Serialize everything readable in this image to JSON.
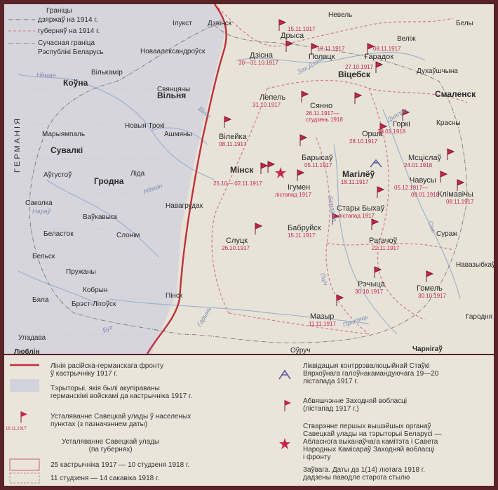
{
  "corner_legend": {
    "l1a": "Граніцы",
    "l1b": "дзяржаў на 1914 г.",
    "l2": "губерняў на 1914 г.",
    "l3a": "Сучасная граніца",
    "l3b": "Рэспублікі Беларусь"
  },
  "country_labels": {
    "germany": "ГЕРМАНІЯ"
  },
  "cities_bold": {
    "kovna": "Коўна",
    "vilnya": "Вільня",
    "suvalki": "Сувалкі",
    "grodna": "Гродна",
    "minsk": "Мінск",
    "mahileu": "Магілёў",
    "vitsebsk": "Віцебск",
    "smalensk": "Смаленск"
  },
  "cities": {
    "nevel": "Невель",
    "velizh": "Веліж",
    "bely": "Белы",
    "dukhaushchyna": "Духаўшчына",
    "krasny": "Красны",
    "iluksta": "Ілукст",
    "dzvinsk": "Дзвінск",
    "novaaleksandrousk": "Новаалександроўск",
    "vilkamir": "Вількамір",
    "sviantsiany": "Свянцяны",
    "maryiampal": "Марыямпаль",
    "novyia_troki": "Новыя Трокі",
    "ashmiany": "Ашмяны",
    "augustou": "Аўгустоў",
    "lida": "Ліда",
    "sakolka": "Саколка",
    "navahrudak": "Навагрудак",
    "vaukavysk": "Ваўкавыск",
    "bielastok": "Беласток",
    "slonim": "Слонім",
    "bielsk": "Бельск",
    "pruzhany": "Пружаны",
    "kobryn": "Кобрын",
    "biala": "Бяла",
    "brest": "Брэст-Літоўск",
    "uladava": "Уладава",
    "liublin": "Люблін",
    "pinsk": "Пінск",
    "ouruch": "Оўруч",
    "charnihau": "Чарнігаў",
    "haradnia": "Гародня",
    "navazybkau": "Навазыбкаў",
    "surazh": "Сураж",
    "dzisna": "Дзісна",
    "drysa": "Дрыса",
    "polatsk": "Полацк",
    "haradok": "Гарадок",
    "lepel": "Лепель",
    "sianno": "Сянно",
    "orsha": "Орша",
    "horki": "Горкі",
    "mstsislau": "Мсціслаў",
    "chavusy": "Чавусы",
    "klimavichy": "Клімавічы",
    "vileika": "Вілейка",
    "barysau": "Барысаў",
    "ihumen": "Ігумен",
    "babruisk": "Бабруйск",
    "stary_bykhau": "Стары Быхаў",
    "rahachou": "Рагачоў",
    "slutsk": "Слуцк",
    "rechytsa": "Рэчыца",
    "homel": "Гомель",
    "mazyr": "Мазыр"
  },
  "dates": {
    "drysa": "15.11.1917",
    "dzisna": "30—31.10.1917",
    "polatsk": "18.11.1917",
    "haradok": "08.11.1917",
    "vitsebsk": "27.10.1917",
    "lepel": "31.10.1917",
    "sianno_a": "26.11.1917—",
    "sianno_b": "студзень 1918",
    "orsha": "28.10.1917",
    "horki": "28.01.1918",
    "mstsislau": "24.01.1918",
    "chavusy_a": "05.12.1917—",
    "chavusy_b": "09.01.1918",
    "klimavichy": "08.11.1917",
    "vileika": "08.11.1917",
    "barysau": "05.11.1917",
    "minsk": "25.10— 02.11.1917",
    "mahileu": "18.11.1917",
    "ihumen": "лістапад 1917",
    "stary_bykhau": "лістапад 1917",
    "babruisk": "15.11.1917",
    "rahachou": "22.11.1917",
    "slutsk": "26.10.1917",
    "rechytsa": "30.10.1917",
    "homel": "30.10.1917",
    "mazyr": "11.11.1917"
  },
  "rivers": {
    "niaman_n": "Нёман",
    "viliya": "Вілія",
    "zakh_dzvina": "Зах.Дзвіна",
    "dniapro": "Дняпро",
    "biarezina": "Беразіна",
    "niaman": "Нёман",
    "prypiats": "Прыпяць",
    "ptsich": "Пціч",
    "narau": "Нараў",
    "buh": "Буг",
    "sozh": "Сож",
    "harynu": "Гарынь"
  },
  "legend": {
    "front_a": "Лінія расійска-германскага фронту",
    "front_b": "ў кастрычніку 1917 г.",
    "occupied_a": "Тэрыторыі, якія былі акупіраваны",
    "occupied_b": "германскімі войскамі да кастрычніка 1917 г.",
    "soviet_pts_a": "Усталяванне Савецкай улады ў населеных",
    "soviet_pts_b": "пунктах (з пазначэннем даты)",
    "soviet_pts_sample": "18.11.1917",
    "soviet_gub_a": "Усталяванне Савецкай улады",
    "soviet_gub_b": "(па губернях)",
    "period1": "25 кастрычніка 1917 — 10 студзеня 1918 г.",
    "period2": "11 студзеня — 14 сакавіка 1918 г.",
    "stavka_a": "Ліквідацыя контррэвалюцыйнай Стаўкі",
    "stavka_b": "Вярхоўнага галоўнакамандуючага 19—20",
    "stavka_c": "лістапада 1917 г.",
    "zakh_a": "Абвяшчэнне Заходняй вобласці",
    "zakh_b": "(лістапад 1917 г.)",
    "organs_a": "Стварэнне першых вышэйшых органаў",
    "organs_b": "Савецкай улады на тэрыторыі Беларусі —",
    "organs_c": "Абласнога выканаўчага камітэта і Савета",
    "organs_d": "Народных Камісараў Заходняй вобласці",
    "organs_e": "і фронту",
    "note_a": "Заўвага. Даты да 1(14) лютага 1918 г.",
    "note_b": "дадзены паводле старога стылю"
  },
  "colors": {
    "front_line": "#c0303c",
    "flag": "#c8244a",
    "date_text": "#c8244a",
    "occupied_fill": "#cfcfd8",
    "period1_border": "#d88a92",
    "period2_border": "#c8a8ac"
  }
}
